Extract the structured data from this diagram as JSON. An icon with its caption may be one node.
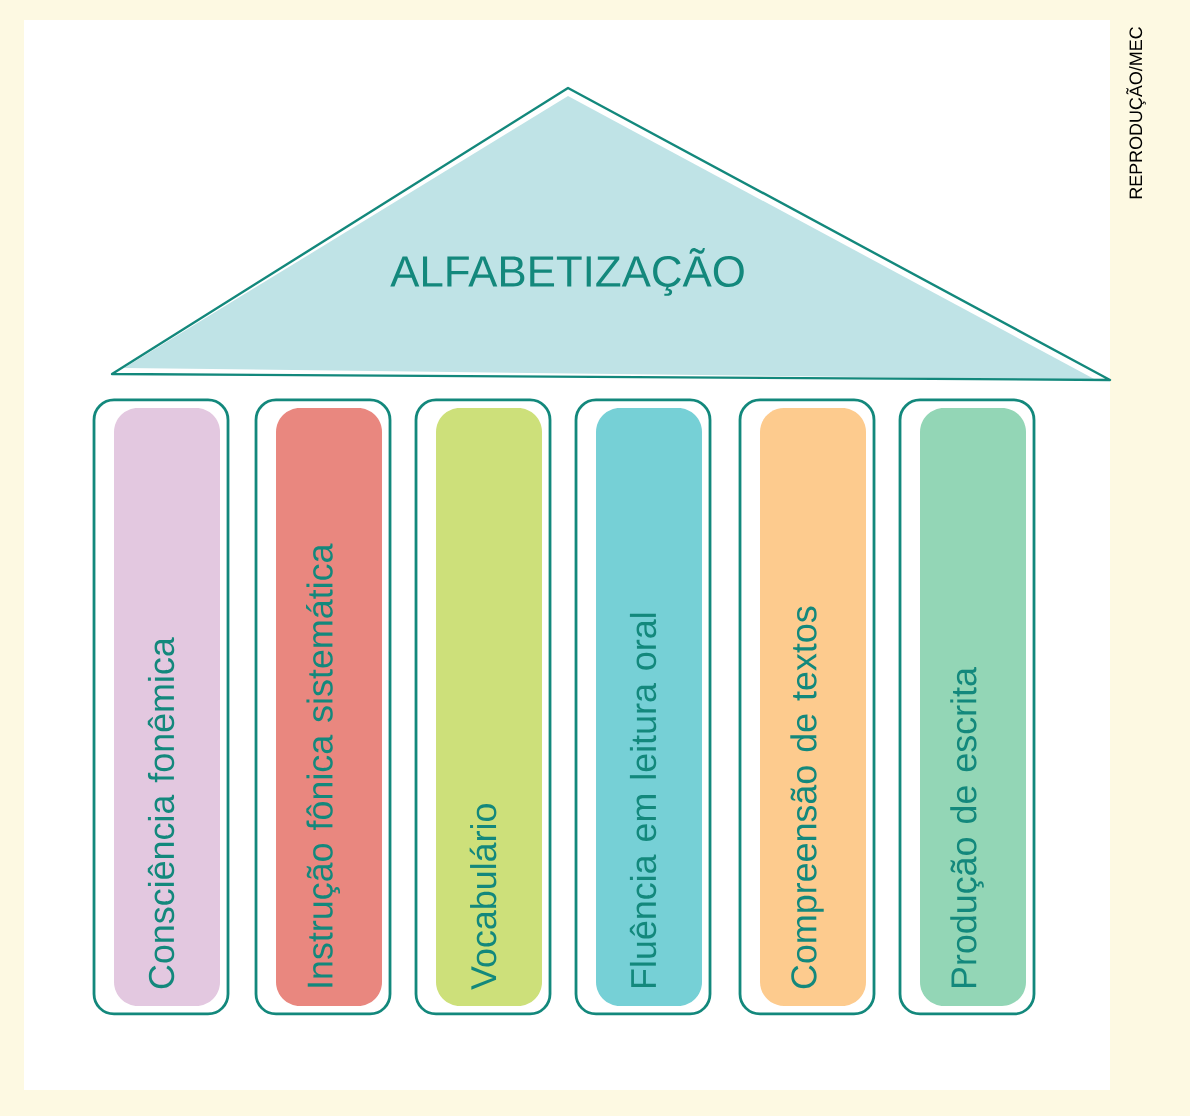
{
  "diagram": {
    "nodes": [
      {
        "text": [
          "ALFABETIZAÇÃO"
        ]
      },
      {
        "text": [
          "Consciência fonêmica"
        ]
      },
      {
        "text": [
          "Instrução fônica sistemática"
        ]
      },
      {
        "text": [
          "Vocabulário"
        ]
      },
      {
        "text": [
          "Fluência em leitura oral"
        ]
      },
      {
        "text": [
          "Compreensão de textos"
        ]
      },
      {
        "text": [
          "Produção de escrita"
        ]
      }
    ],
    "labels": [
      "REPRODUÇÃO/MEC"
    ]
  }
}
